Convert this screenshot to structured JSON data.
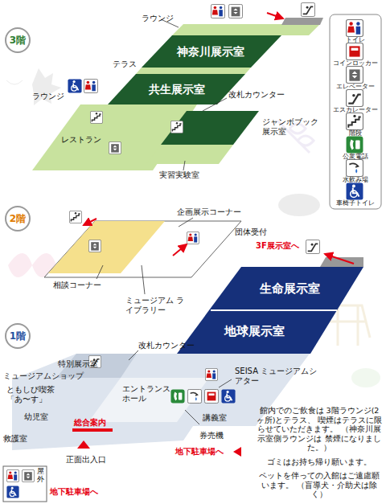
{
  "diagram": {
    "nodes": [
      {
        "text": [
          "3階"
        ]
      },
      {
        "text": [
          "神奈川展示室"
        ]
      },
      {
        "text": [
          "共生展示室"
        ]
      },
      {
        "text": [
          "2階"
        ]
      },
      {
        "text": [
          "1階"
        ]
      },
      {
        "text": [
          "生命展示室"
        ]
      },
      {
        "text": [
          "地球展示室"
        ]
      }
    ],
    "labels": [
      "ラウンジ",
      "テラス",
      "ラウンジ",
      "改札カウンター",
      "レストラン",
      "ジャンボブック 展示室",
      "実習実験室",
      "企画展示コーナー",
      "団体受付",
      "3F展示室へ",
      "相談コーナー",
      "ミュージアム ライブラリー",
      "改札カウンター",
      "特別展示室",
      "SEISA ミュージアムシアター",
      "ミュージアムショップ",
      "ともしび喫茶 「あ〜す」",
      "エントランス ホール",
      "幼児室",
      "総合案内",
      "講義室",
      "救護室",
      "券売機",
      "正面出入口",
      "地下駐車場へ",
      "屋外",
      "地下駐車場へ",
      "館内でのご飲食は 3階ラウンジ(2ヶ所)とテラス、 喫煙はテラスに限らせていただきます。 （神奈川展示室側ラウンジは 禁煙になりました。）",
      "ゴミはお持ち帰り願います。",
      "ペットを伴っての入館はご遠慮願います。 （盲導犬・介助犬は除く）"
    ],
    "legend": [
      {
        "text": "トイレ"
      },
      {
        "text": "コインロッカー"
      },
      {
        "text": "エレベーター"
      },
      {
        "text": "エスカレーター"
      },
      {
        "text": "階段"
      },
      {
        "text": "公衆電話"
      },
      {
        "text": "水飲み場"
      },
      {
        "text": "車椅子トイレ"
      }
    ]
  }
}
